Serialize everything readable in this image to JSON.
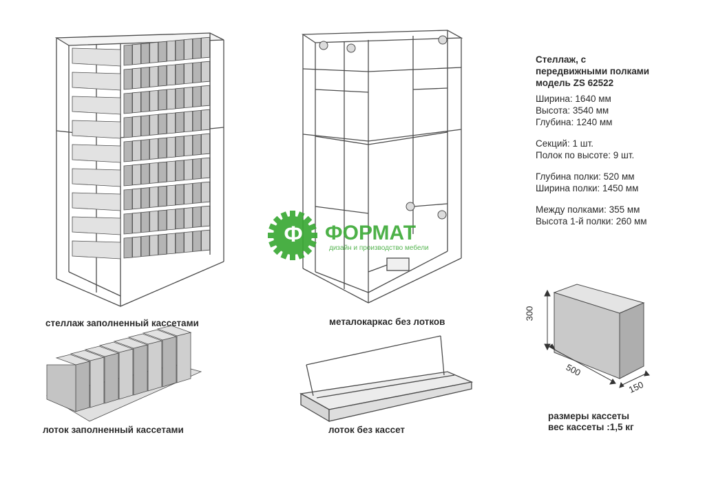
{
  "spec": {
    "title_lines": [
      "Стеллаж,  с",
      "передвижными полками",
      "модель ZS 62522"
    ],
    "groups": [
      [
        "Ширина: 1640 мм",
        "Высота: 3540 мм",
        "Глубина: 1240 мм"
      ],
      [
        "Секций: 1 шт.",
        "Полок по высоте: 9 шт."
      ],
      [
        "Глубина полки: 520 мм",
        "Ширина полки: 1450 мм"
      ],
      [
        "Между полками: 355 мм",
        "Высота 1-й полки: 260 мм"
      ]
    ]
  },
  "captions": {
    "filled_rack": "стеллаж заполненный кассетами",
    "frame": "металокаркас без лотков",
    "filled_tray": "лоток заполненный кассетами",
    "empty_tray": "лоток  без кассет",
    "cassette_size": "размеры кассеты",
    "cassette_weight": "вес кассеты :1,5 кг"
  },
  "cassette_dims": {
    "height": "300",
    "length": "500",
    "width": "150"
  },
  "logo": {
    "letter": "Ф",
    "name": "ФОРМАТ",
    "tagline": "дизайн и производство мебели",
    "color": "#3aa935"
  },
  "colors": {
    "line": "#4a4a4a",
    "box_fill": "#cfcfcf",
    "box_dark": "#b5b5b5",
    "box_light": "#e2e2e2"
  }
}
